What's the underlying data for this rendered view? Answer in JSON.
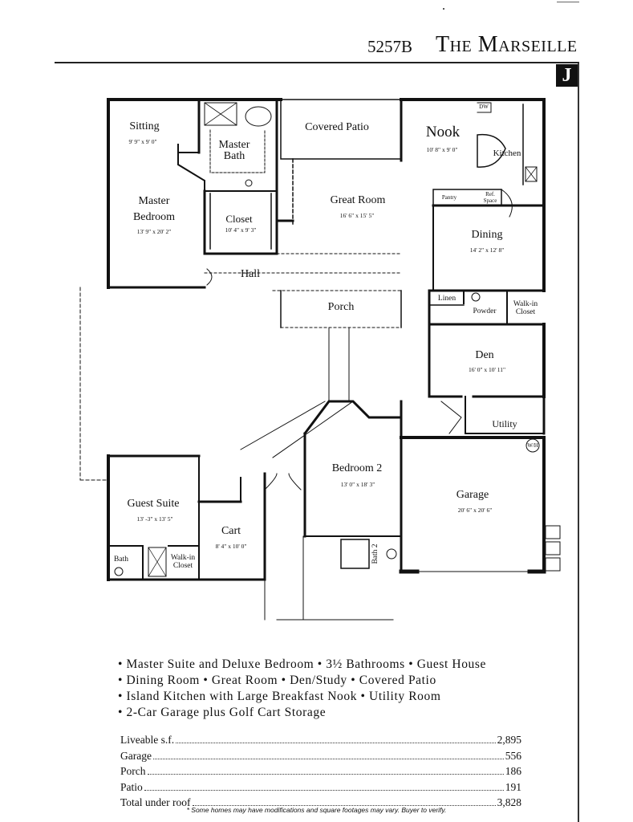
{
  "header": {
    "plan_number": "5257B",
    "plan_name": "The Marseille",
    "badge": "J"
  },
  "rooms": {
    "sitting": {
      "label": "Sitting",
      "dim": "9' 9\" x 9' 0\""
    },
    "master_bath": {
      "label_line1": "Master",
      "label_line2": "Bath"
    },
    "covered_patio": {
      "label": "Covered Patio"
    },
    "nook": {
      "label": "Nook",
      "dim": "10' 8\" x 9' 0\""
    },
    "kitchen": {
      "label": "Kitchen"
    },
    "dw": {
      "label": "DW"
    },
    "pantry": {
      "label": "Pantry"
    },
    "refrig": {
      "label_line1": "Ref.",
      "label_line2": "Space"
    },
    "master_bedroom": {
      "label_line1": "Master",
      "label_line2": "Bedroom",
      "dim": "13' 9\" x 20' 2\""
    },
    "great_room": {
      "label": "Great Room",
      "dim": "16' 6\" x 15' 5\""
    },
    "closet": {
      "label": "Closet",
      "dim": "10' 4\" x 9' 3\""
    },
    "dining": {
      "label": "Dining",
      "dim": "14' 2\" x 12' 8\""
    },
    "hall": {
      "label": "Hall"
    },
    "porch": {
      "label": "Porch"
    },
    "linen": {
      "label": "Linen"
    },
    "powder": {
      "label": "Powder"
    },
    "walkin_closet": {
      "label_line1": "Walk-in",
      "label_line2": "Closet"
    },
    "den": {
      "label": "Den",
      "dim": "16' 0\" x 10' 11\""
    },
    "utility": {
      "label": "Utility"
    },
    "wh": {
      "label": "W/H"
    },
    "bedroom2": {
      "label": "Bedroom 2",
      "dim": "13' 0\" x 18' 3\""
    },
    "garage": {
      "label": "Garage",
      "dim": "20' 6\" x 20' 6\""
    },
    "guest_suite": {
      "label": "Guest Suite",
      "dim": "13' -3\" x 13' 5\""
    },
    "cart": {
      "label": "Cart",
      "dim": "8' 4\" x 10' 0\""
    },
    "bath": {
      "label": "Bath"
    },
    "guest_walkin": {
      "label_line1": "Walk-in",
      "label_line2": "Closet"
    },
    "bath2": {
      "label": "Bath 2"
    }
  },
  "features": [
    "• Master Suite and Deluxe Bedroom  • 3½ Bathrooms • Guest House",
    "• Dining Room • Great Room • Den/Study • Covered Patio",
    "• Island Kitchen with Large Breakfast Nook • Utility Room",
    "• 2-Car Garage plus Golf Cart Storage"
  ],
  "stats": [
    {
      "label": "Liveable s.f.",
      "value": "2,895"
    },
    {
      "label": "Garage",
      "value": "556"
    },
    {
      "label": "Porch",
      "value": "186"
    },
    {
      "label": "Patio",
      "value": "191"
    },
    {
      "label": "Total under roof",
      "value": "3,828"
    }
  ],
  "disclaimer": "* Some homes may have modifications and square footages may vary. Buyer to verify."
}
